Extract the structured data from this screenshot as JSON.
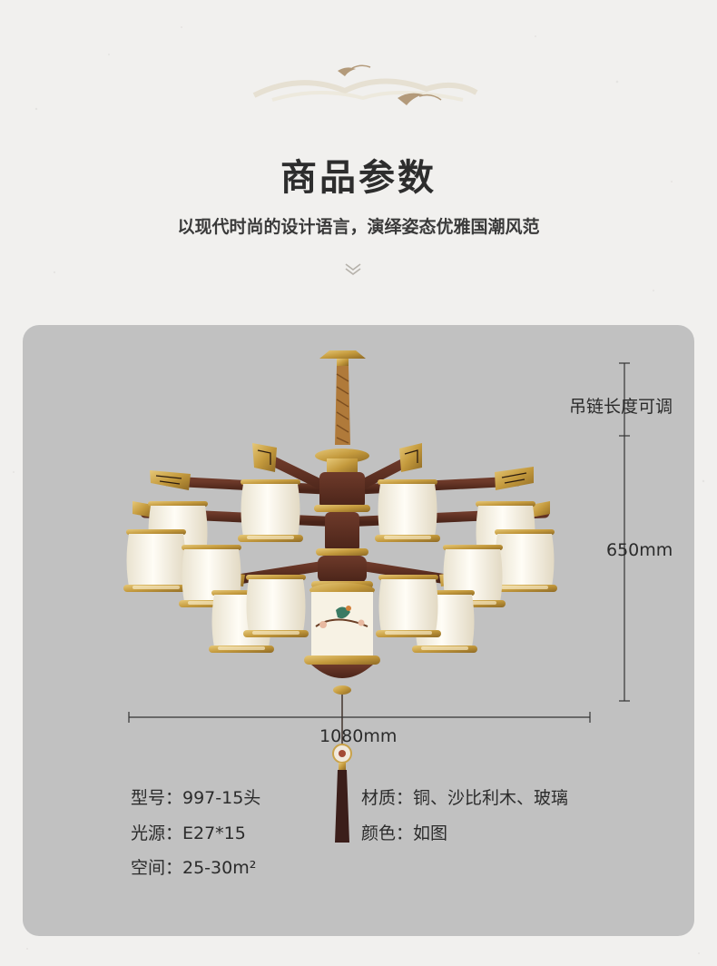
{
  "header": {
    "title": "商品参数",
    "subtitle": "以现代时尚的设计语言，演绎姿态优雅国潮风范"
  },
  "dimensions": {
    "chain_label": "吊链长度可调",
    "height_label": "650mm",
    "width_label": "1080mm"
  },
  "specs": {
    "model": "型号：997-15头",
    "light_source": "光源：E27*15",
    "space": "空间：25-30m²",
    "material": "材质：铜、沙比利木、玻璃",
    "color": "颜色：如图"
  },
  "colors": {
    "background": "#f1f0ee",
    "panel": "#c1c1c1",
    "brass": "#c9a24a",
    "wood": "#5a2e22",
    "glass": "#f4efe2"
  }
}
